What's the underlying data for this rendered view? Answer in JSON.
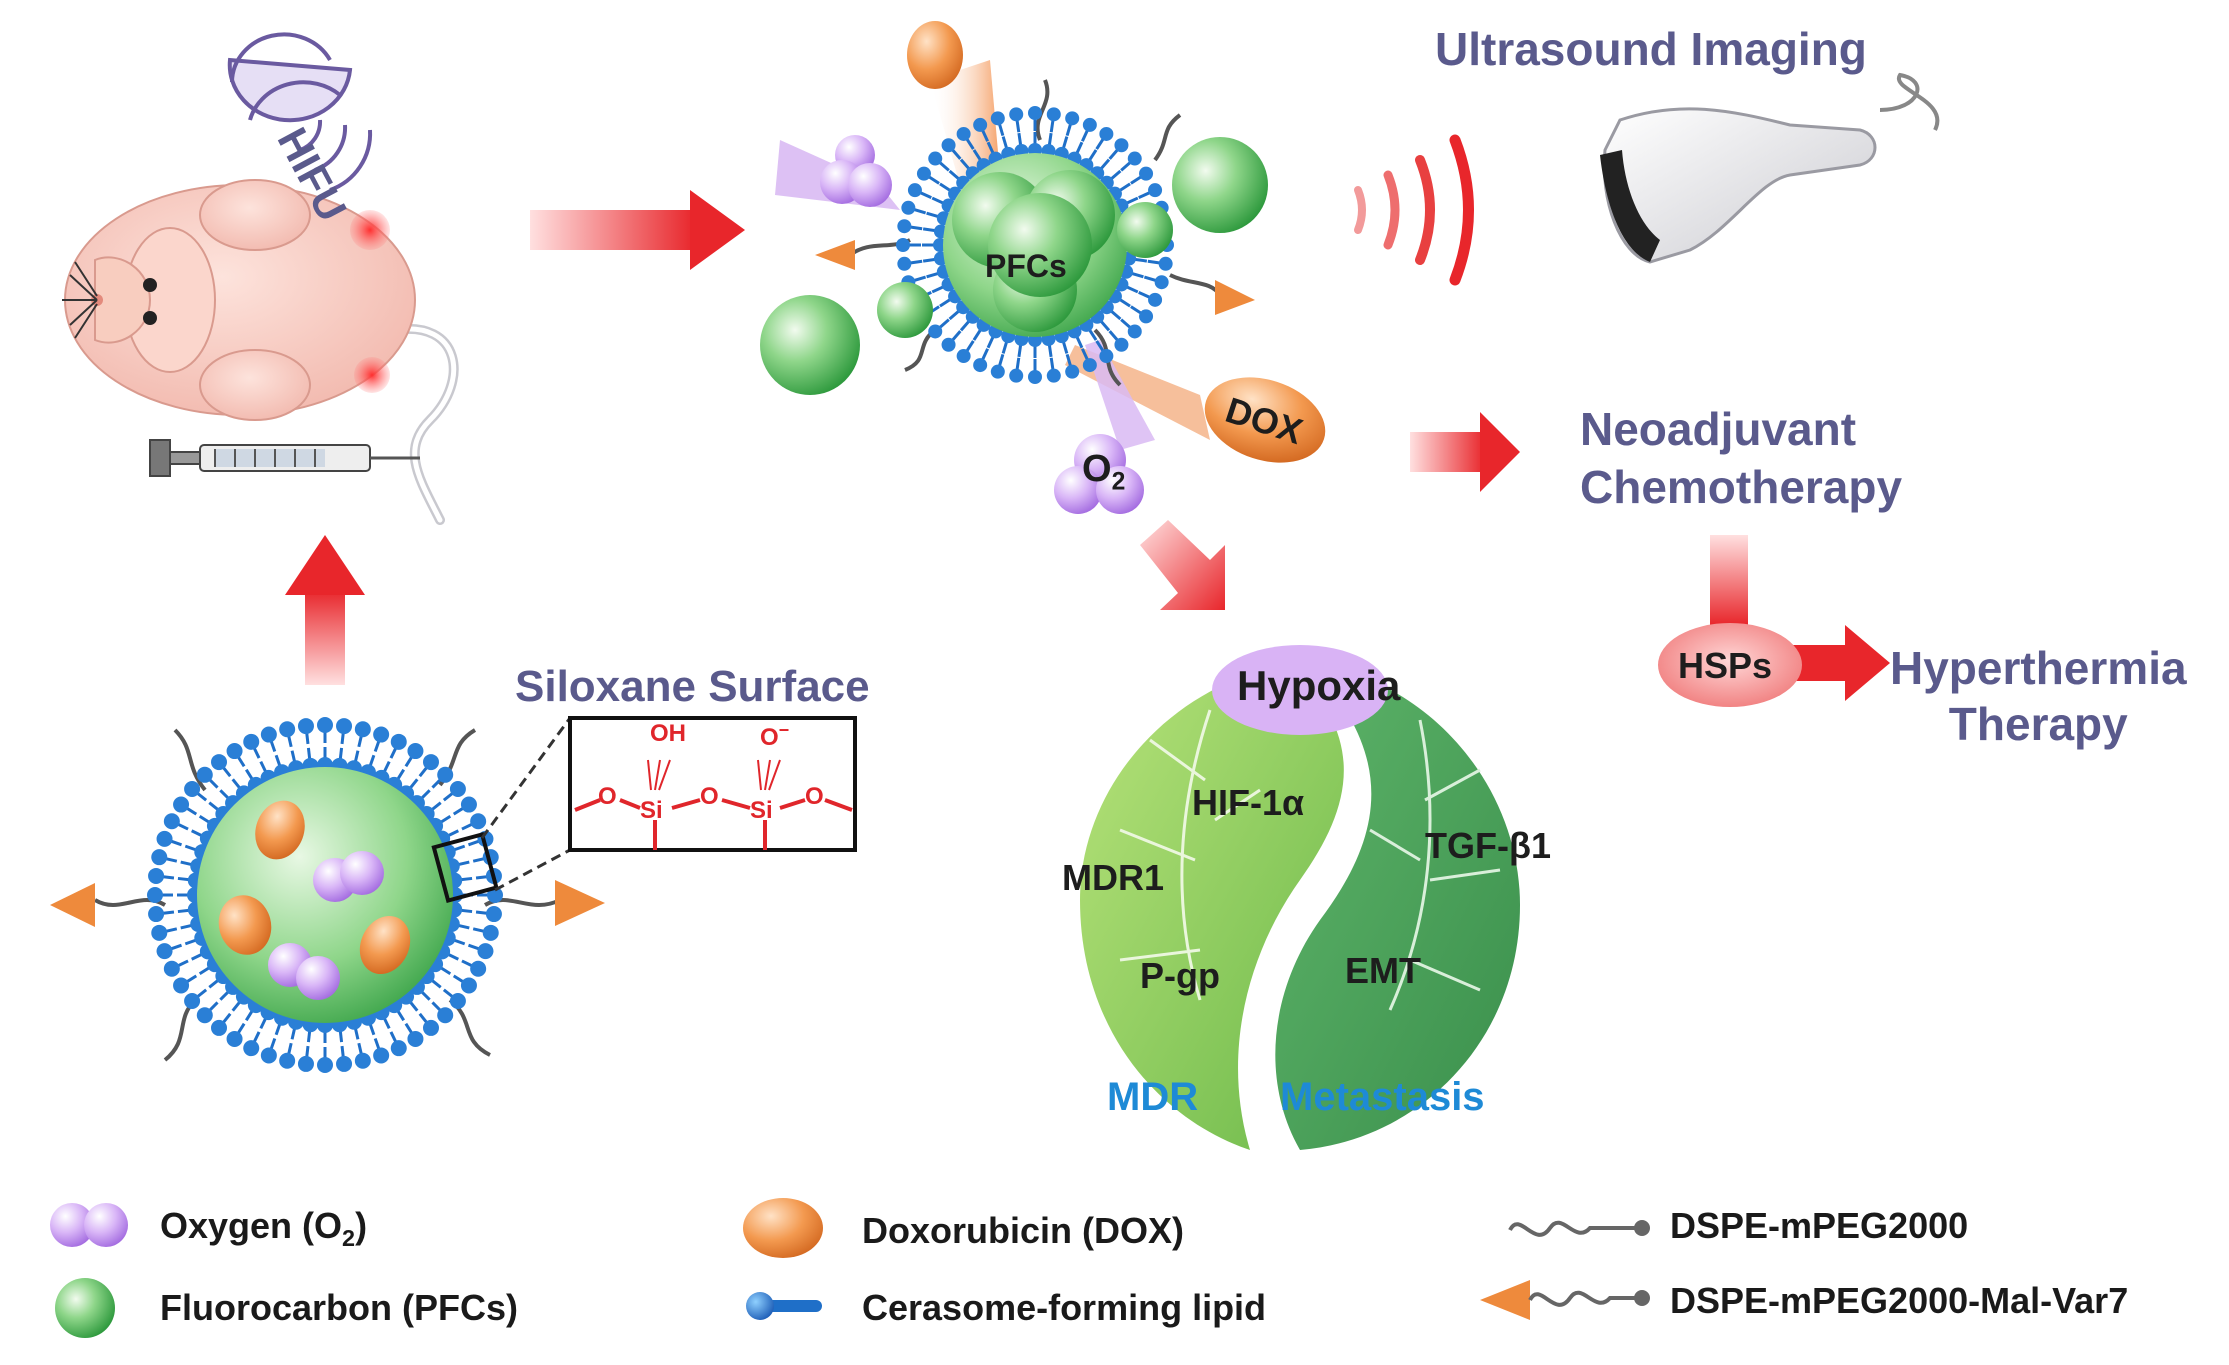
{
  "labels": {
    "hifu": "HIFU",
    "ultrasound_imaging": "Ultrasound Imaging",
    "pfcs": "PFCs",
    "dox": "DOX",
    "o2": "O",
    "o2_sub": "2",
    "neoadjuvant_line1": "Neoadjuvant",
    "neoadjuvant_line2": "Chemotherapy",
    "siloxane_surface": "Siloxane Surface",
    "hypoxia": "Hypoxia",
    "hif": "HIF-1α",
    "mdr1": "MDR1",
    "pgp": "P-gp",
    "tgf": "TGF-β1",
    "emt": "EMT",
    "mdr": "MDR",
    "metastasis": "Metastasis",
    "hsps": "HSPs",
    "hyperthermia_line1": "Hyperthermia",
    "hyperthermia_line2": "Therapy"
  },
  "chem": {
    "oh": "OH",
    "o_minus": "O",
    "minus": "−",
    "si": "Si",
    "o": "O"
  },
  "legend": {
    "oxygen": "Oxygen (O",
    "oxygen_sub": "2",
    "oxygen_close": ")",
    "fluorocarbon": "Fluorocarbon (PFCs)",
    "doxorubicin": "Doxorubicin (DOX)",
    "cerasome": "Cerasome-forming lipid",
    "dspe": "DSPE-mPEG2000",
    "dspe_mal": "DSPE-mPEG2000-Mal-Var7"
  },
  "colors": {
    "arrow_red": "#e8262b",
    "label_purple": "#5a5a8c",
    "label_blue": "#1e8ad6",
    "lipid_blue": "#1f6fc8",
    "green_sphere": "#6cc36b",
    "orange_dox": "#f08c4a",
    "purple_o2": "#c9a2ef"
  }
}
